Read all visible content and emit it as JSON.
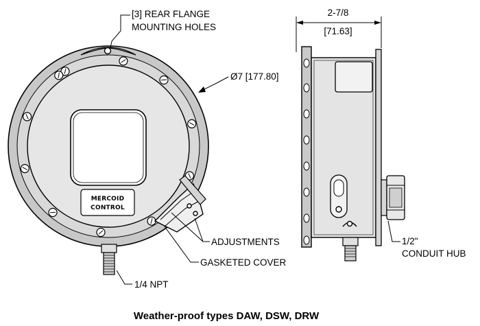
{
  "labels": {
    "rear_flange_line1": "[3] REAR FLANGE",
    "rear_flange_line2": "MOUNTING HOLES",
    "diameter": "Ø7 [177.80]",
    "depth_imperial": "2-7/8",
    "depth_metric": "[71.63]",
    "adjustments": "ADJUSTMENTS",
    "gasketed_cover": "GASKETED COVER",
    "npt": "1/4 NPT",
    "conduit_line1": "1/2ʺ",
    "conduit_line2": "CONDUIT HUB"
  },
  "logo": {
    "line1": "MERCOID",
    "line2": "CONTROL"
  },
  "caption": "Weather-proof types DAW, DSW, DRW"
}
